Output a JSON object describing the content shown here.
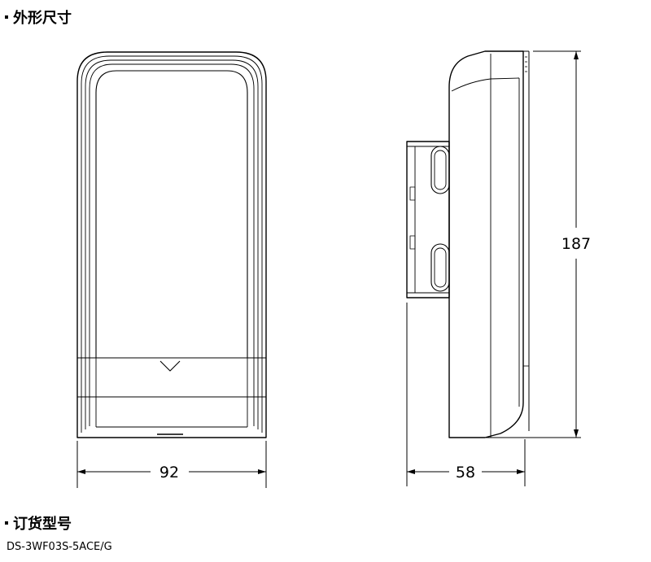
{
  "sections": {
    "dimensions_title": "外形尺寸",
    "order_title": "订货型号"
  },
  "dimensions": {
    "width": "92",
    "depth": "58",
    "height": "187"
  },
  "order": {
    "model": "DS-3WF03S-5ACE/G"
  }
}
